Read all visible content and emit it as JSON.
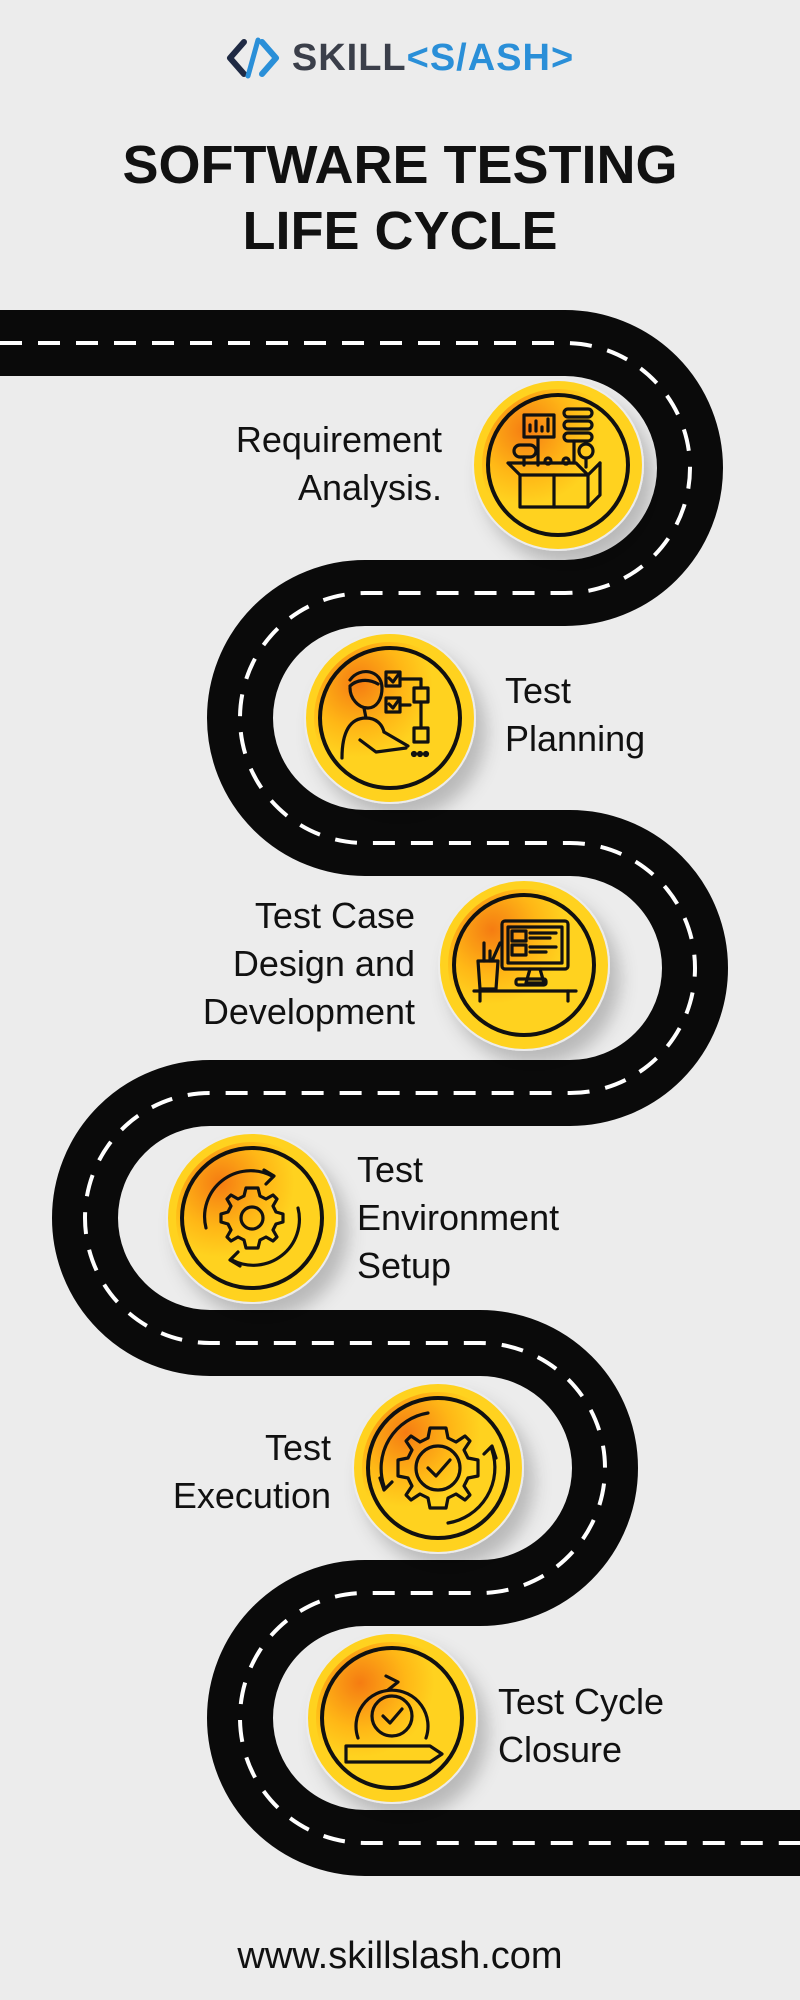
{
  "logo": {
    "icon": "code-brackets-icon",
    "text_skill": "SKILL",
    "text_slash": "<S/ASH>"
  },
  "title": {
    "line1": "SOFTWARE TESTING",
    "line2": "LIFE CYCLE"
  },
  "steps": [
    {
      "icon": "analysis-box-icon",
      "line1": "Requirement",
      "line2": "Analysis."
    },
    {
      "icon": "planning-person-icon",
      "line1": "Test",
      "line2": "Planning"
    },
    {
      "icon": "computer-design-icon",
      "line1": "Test Case",
      "line2": "Design and",
      "line3": "Development"
    },
    {
      "icon": "gear-cycle-icon",
      "line1": "Test",
      "line2": "Environment",
      "line3": "Setup"
    },
    {
      "icon": "gear-check-icon",
      "line1": "Test",
      "line2": "Execution"
    },
    {
      "icon": "cycle-check-icon",
      "line1": "Test Cycle",
      "line2": "Closure"
    }
  ],
  "footer": {
    "url": "www.skillslash.com"
  },
  "colors": {
    "background": "#ececec",
    "road": "#0a0a0a",
    "dash": "#ffffff",
    "badge_yellow": "#ffd21f",
    "badge_orange": "#f57c12",
    "logo_blue": "#2a8fd8",
    "logo_dark": "#3b3f4a"
  }
}
